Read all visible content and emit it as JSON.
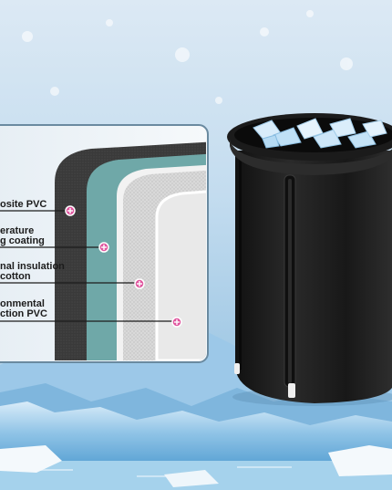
{
  "layers": [
    {
      "label": "osite PVC",
      "color": "#e0569f"
    },
    {
      "label": "erature\ng coating",
      "color": "#e0569f"
    },
    {
      "label": "nal insulation\ncotton",
      "color": "#e0569f"
    },
    {
      "label": "onmental\nction PVC",
      "color": "#e0569f"
    }
  ],
  "colors": {
    "tub": "#1a1a1a",
    "marker": "#e0569f",
    "panel_border": "#6a8aa0"
  }
}
